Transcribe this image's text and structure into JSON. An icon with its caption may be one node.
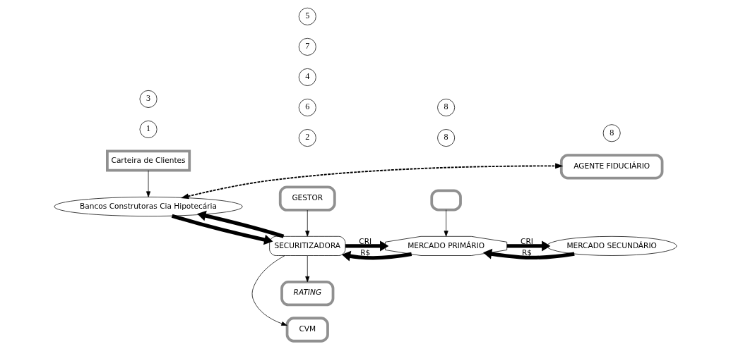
{
  "diagram": {
    "nodes": [
      {
        "text": [
          "Bancos Construtoras Cia Hipotecária"
        ]
      },
      {
        "text": [
          "GESTOR"
        ]
      },
      {
        "text": [
          "CVM"
        ]
      },
      {
        "text": [
          "AGENTE FIDUCIÁRIO"
        ]
      },
      {
        "text": [
          "SECURITIZADORA"
        ]
      },
      {
        "text": [
          "MERCADO PRIMÁRIO"
        ]
      },
      {
        "text": [
          "MERCADO SECUNDÁRIO"
        ]
      },
      {
        "text": [
          "Carteira de Clientes"
        ]
      },
      {
        "text": [
          "RATING"
        ]
      },
      {
        "text": [],
        "shape": "box"
      },
      {
        "text": [
          "8"
        ]
      },
      {
        "text": [
          "2"
        ]
      },
      {
        "text": [
          "6"
        ]
      },
      {
        "text": [
          "4"
        ]
      },
      {
        "text": [
          "7"
        ]
      },
      {
        "text": [
          "8"
        ]
      },
      {
        "text": [
          "1"
        ]
      },
      {
        "text": [
          "3"
        ]
      },
      {
        "text": [
          "5"
        ]
      },
      {
        "text": [
          "8"
        ]
      }
    ],
    "edges": [
      {
        "from": 0,
        "to": 3,
        "arrow": "both",
        "style": "dashed"
      },
      {
        "from": 1,
        "to": 4,
        "arrow": "to"
      },
      {
        "from": 0,
        "to": 4,
        "arrow": "to",
        "style": "thick"
      },
      {
        "from": 4,
        "to": 0,
        "arrow": "to",
        "style": "thick"
      },
      {
        "from": 4,
        "to": 2,
        "arrow": "to"
      },
      {
        "from": 4,
        "to": 8,
        "arrow": "to"
      },
      {
        "from": 7,
        "to": 0,
        "arrow": "to"
      },
      {
        "from": 4,
        "to": 5,
        "arrow": "to",
        "style": "thick",
        "label": "CRI"
      },
      {
        "from": 5,
        "to": 4,
        "arrow": "to",
        "style": "thick",
        "label": "R$"
      },
      {
        "from": 5,
        "to": 6,
        "arrow": "to",
        "style": "thick",
        "label": "CRI"
      },
      {
        "from": 6,
        "to": 5,
        "arrow": "to",
        "style": "thick",
        "label": "R$"
      },
      {
        "from": 9,
        "to": 5,
        "arrow": "to"
      }
    ]
  }
}
